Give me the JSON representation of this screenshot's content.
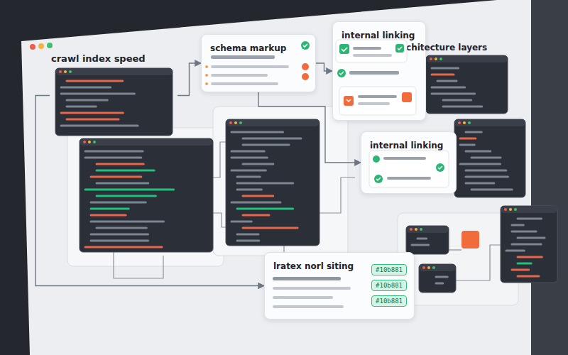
{
  "diagram": {
    "nodes": [
      {
        "text": [
          "crawl index speed"
        ]
      },
      {
        "text": [
          "schema markup"
        ]
      },
      {
        "text": [
          "internal linking"
        ]
      },
      {
        "text": [
          "internal linking"
        ]
      },
      {
        "text": [
          "architecture layers"
        ]
      },
      {
        "text": [
          "lratex norl siting",
          "#10b881",
          "#10b881",
          "#10b881"
        ]
      }
    ],
    "edges": [
      {
        "from": 0,
        "to": 1,
        "arrow": "to"
      },
      {
        "from": 1,
        "to": 2,
        "arrow": "to"
      },
      {
        "from": 1,
        "to": 3,
        "arrow": "to"
      },
      {
        "from": 0,
        "to": 5,
        "arrow": "to"
      }
    ]
  }
}
